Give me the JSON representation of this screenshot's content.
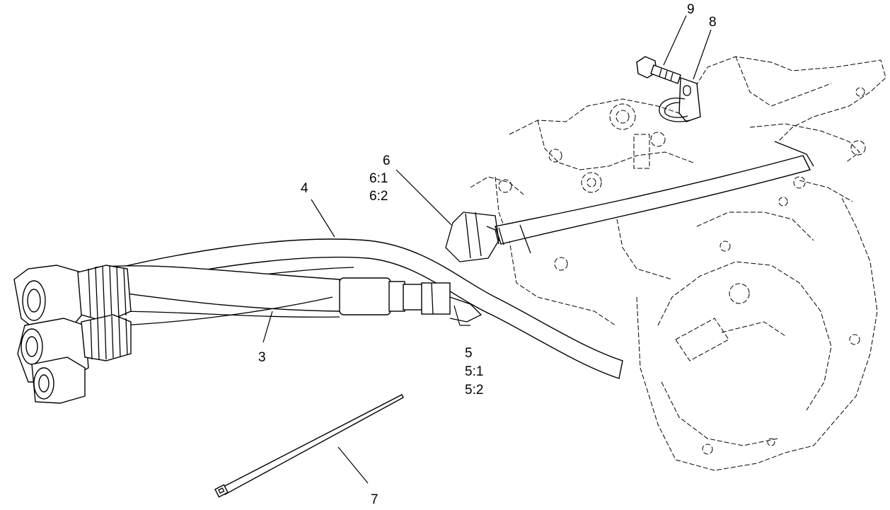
{
  "callouts": {
    "c3": "3",
    "c4": "4",
    "c5": "5",
    "c5_1": "5:1",
    "c5_2": "5:2",
    "c6": "6",
    "c6_1": "6:1",
    "c6_2": "6:2",
    "c7": "7",
    "c8": "8",
    "c9": "9"
  }
}
